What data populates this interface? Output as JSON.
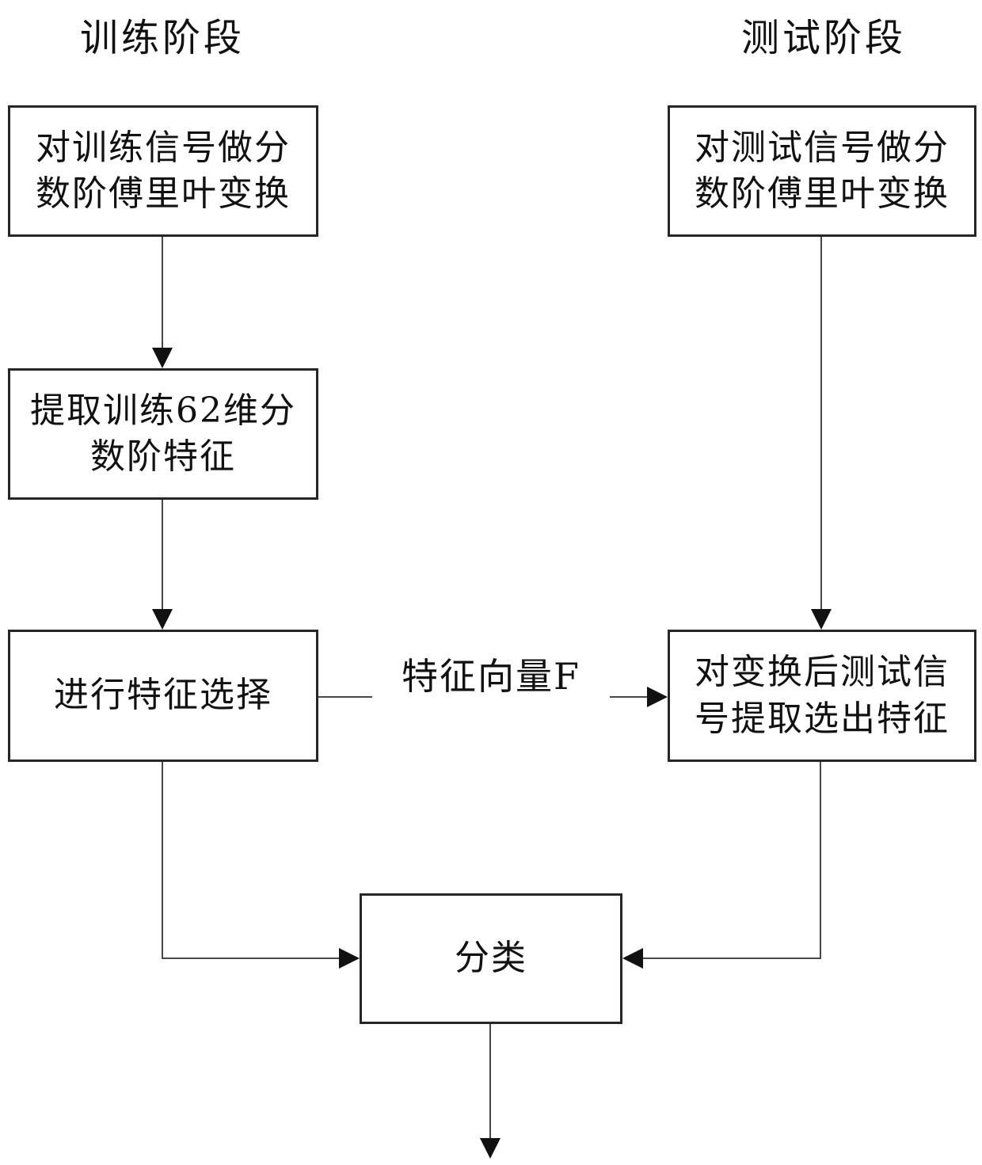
{
  "diagram": {
    "background": "#ffffff",
    "colors": {
      "line": "#474747",
      "border": "#262626",
      "text": "#111111",
      "arrowhead": "#111111"
    },
    "titles": {
      "training": "训练阶段",
      "testing": "测试阶段"
    },
    "nodes": {
      "train_transform": {
        "line1": "对训练信号做分",
        "line2": "数阶傅里叶变换"
      },
      "test_transform": {
        "line1": "对测试信号做分",
        "line2": "数阶傅里叶变换"
      },
      "extract_features": {
        "line1": "提取训练62维分",
        "line2": "数阶特征"
      },
      "feature_selection": {
        "line1": "进行特征选择"
      },
      "extract_selected": {
        "line1": "对变换后测试信",
        "line2": "号提取选出特征"
      },
      "classification": {
        "line1": "分类"
      }
    },
    "edge_labels": {
      "feature_vector": "特征向量F"
    }
  }
}
